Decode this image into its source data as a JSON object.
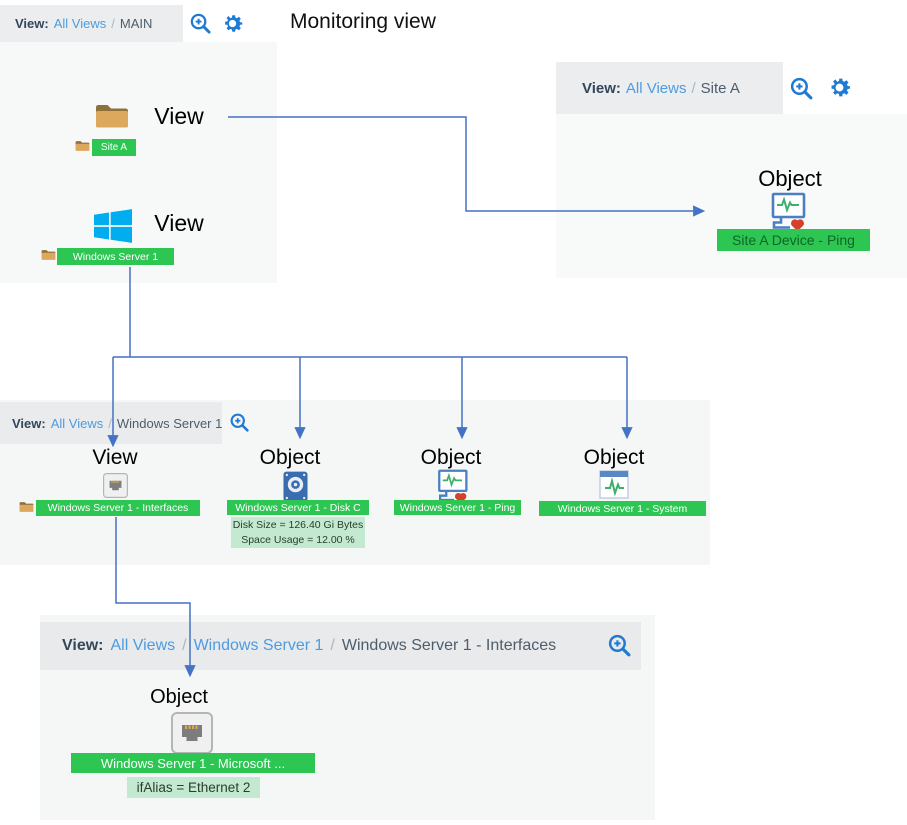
{
  "title": "Monitoring view",
  "colors": {
    "icon_blue": "#1f7ad4",
    "link_blue": "#4e9be0",
    "crumb_dark": "#33475b",
    "node_green": "#2dc653",
    "detail_green_bg": "#c3ead0",
    "arrow_blue": "#4472c4"
  },
  "panels": {
    "main": {
      "breadcrumb": {
        "label": "View:",
        "link": "All Views",
        "separator": "/",
        "current": "MAIN"
      },
      "nodes": [
        {
          "type": "View",
          "label": "Site A",
          "icon": "folder-icon"
        },
        {
          "type": "View",
          "label": "Windows Server 1",
          "icon": "windows-icon"
        }
      ]
    },
    "site_a": {
      "breadcrumb": {
        "label": "View:",
        "link": "All Views",
        "separator": "/",
        "current": "Site A"
      },
      "nodes": [
        {
          "type": "Object",
          "label": "Site A Device - Ping",
          "icon": "device-ping-icon"
        }
      ]
    },
    "windows_server_1": {
      "breadcrumb": {
        "label": "View:",
        "link": "All Views",
        "separator": "/",
        "current": "Windows Server 1"
      },
      "nodes": [
        {
          "type": "View",
          "label": "Windows Server 1 - Interfaces",
          "icon": "ethernet-port-icon"
        },
        {
          "type": "Object",
          "label": "Windows Server 1 - Disk C",
          "icon": "disk-icon",
          "details": [
            "Disk Size = 126.40 Gi Bytes",
            "Space Usage = 12.00 %"
          ]
        },
        {
          "type": "Object",
          "label": "Windows Server 1 - Ping",
          "icon": "device-ping-icon"
        },
        {
          "type": "Object",
          "label": "Windows Server 1 - System",
          "icon": "system-window-icon"
        }
      ]
    },
    "interfaces": {
      "breadcrumb": {
        "label": "View:",
        "link1": "All Views",
        "separator1": "/",
        "link2": "Windows Server 1",
        "separator2": "/",
        "current": "Windows Server 1 - Interfaces"
      },
      "nodes": [
        {
          "type": "Object",
          "label": "Windows Server 1 - Microsoft ...",
          "icon": "ethernet-port-icon",
          "details": [
            "ifAlias = Ethernet 2"
          ]
        }
      ]
    }
  }
}
